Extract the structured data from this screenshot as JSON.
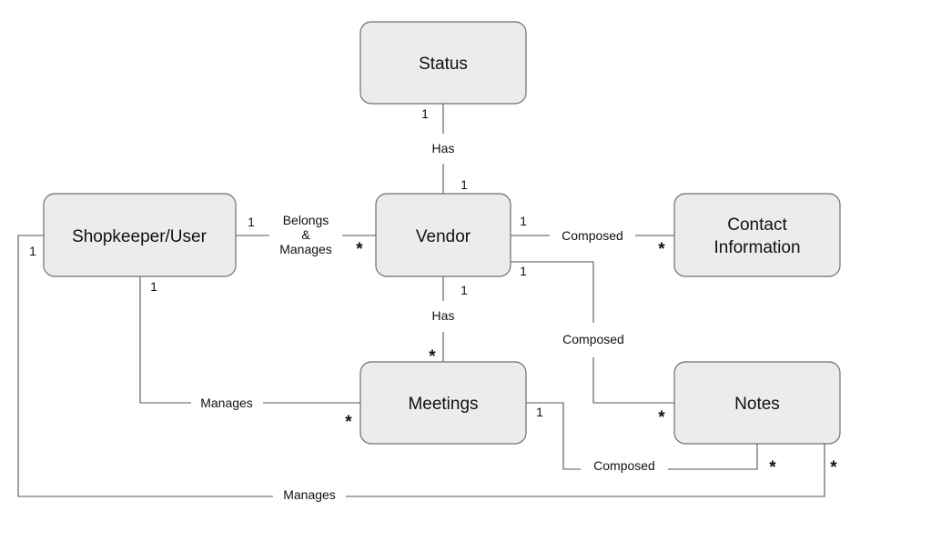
{
  "entities": {
    "status": {
      "label": "Status"
    },
    "vendor": {
      "label": "Vendor"
    },
    "shopkeeper": {
      "label": "Shopkeeper/User"
    },
    "contact": {
      "label_lines": [
        "Contact",
        "Information"
      ]
    },
    "meetings": {
      "label": "Meetings"
    },
    "notes": {
      "label": "Notes"
    }
  },
  "relationships": {
    "status_vendor": {
      "label": "Has",
      "status_end": "1",
      "vendor_end": "1"
    },
    "shopkeeper_vendor": {
      "label_lines": [
        "Belongs",
        "&",
        "Manages"
      ],
      "shopkeeper_end": "1",
      "vendor_end": "*"
    },
    "vendor_contact": {
      "label": "Composed",
      "vendor_end": "1",
      "contact_end": "*"
    },
    "vendor_meetings": {
      "label": "Has",
      "vendor_end": "1",
      "meetings_end": "*"
    },
    "vendor_notes": {
      "label": "Composed",
      "vendor_end": "1",
      "notes_end": "*"
    },
    "shopkeeper_meetings": {
      "label": "Manages",
      "shopkeeper_end": "1",
      "meetings_end": "*"
    },
    "meetings_notes": {
      "label": "Composed",
      "meetings_end": "1",
      "notes_end": "*"
    },
    "shopkeeper_notes": {
      "label": "Manages",
      "shopkeeper_end": "1",
      "notes_end": "*"
    }
  },
  "colors": {
    "box_fill": "#ececec",
    "box_stroke": "#6f6f6f",
    "line": "#555555",
    "text": "#111111"
  }
}
